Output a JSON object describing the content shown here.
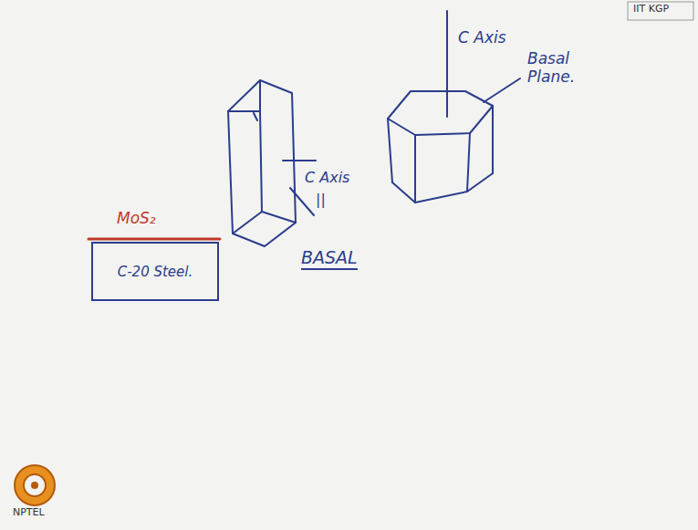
{
  "diagram": {
    "nodes": [
      {
        "text": [
          "C-20 Steel."
        ]
      }
    ],
    "labels": [
      "IIT KGP",
      "C Axis",
      "Basal Plane.",
      "MoS₂",
      "C Axis",
      "||",
      "BASAL",
      "NPTEL"
    ]
  }
}
